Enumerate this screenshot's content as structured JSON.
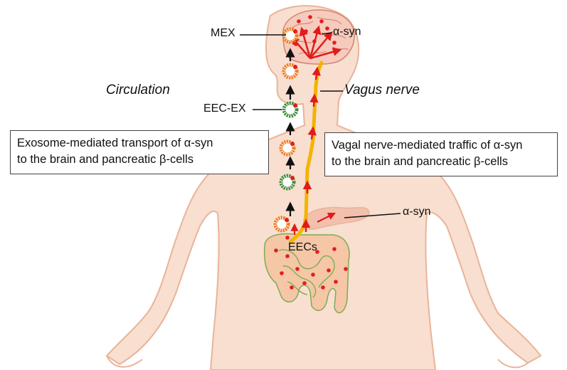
{
  "labels": {
    "mex": "MEX",
    "asyn_brain": "α-syn",
    "circulation": "Circulation",
    "vagus": "Vagus nerve",
    "eec_ex": "EEC-EX",
    "asyn_pancreas": "α-syn",
    "eecs": "EECs"
  },
  "boxes": {
    "exosome_line1": "Exosome-mediated transport of α-syn",
    "exosome_line2": "to the brain and pancreatic β-cells",
    "vagal_line1": "Vagal nerve-mediated traffic of α-syn",
    "vagal_line2": "to the brain and pancreatic β-cells"
  },
  "colors": {
    "skin": "#f8dfd0",
    "skin_outline": "#e9b39a",
    "brain": "#f6cbbd",
    "brain_outline": "#d28872",
    "gut": "#f5c7a6",
    "gut_outline": "#7fab55",
    "pancreas": "#f3c0ad",
    "vagus": "#f3b400",
    "exosome_orange": "#f07b22",
    "exosome_green": "#3f8f3a",
    "asyn_dot": "#e41d1d",
    "arrow_black": "#111111",
    "arrow_red": "#e01b1b"
  }
}
